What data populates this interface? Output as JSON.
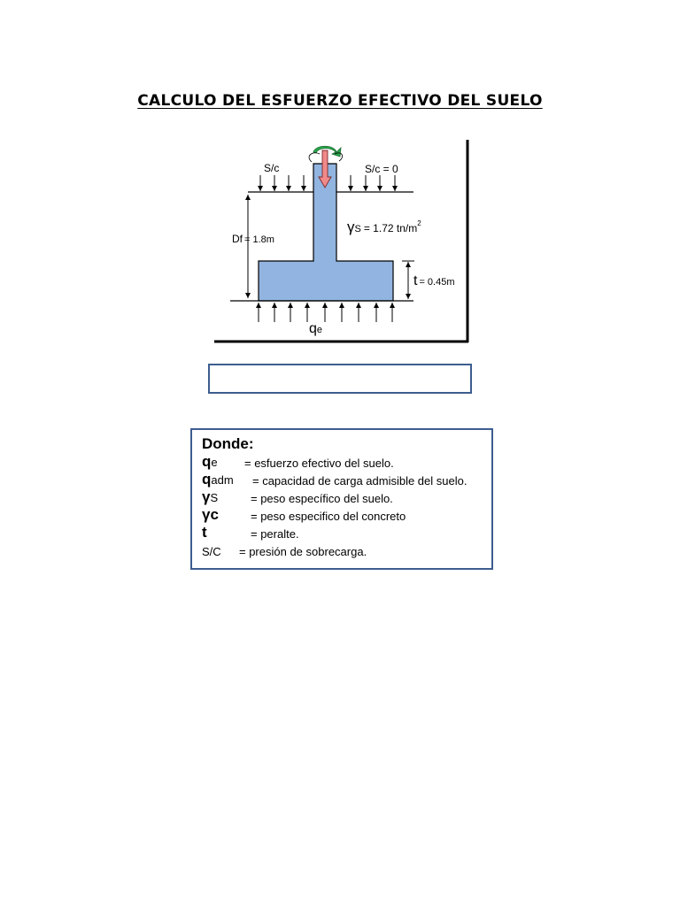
{
  "title": "CALCULO DEL ESFUERZO EFECTIVO DEL SUELO",
  "diagram": {
    "surcharge_left": "S/c",
    "surcharge_right": "S/c = 0",
    "df_symbol": "Df",
    "df_value": "= 1.8m",
    "gamma_symbol": "γ",
    "gamma_sub": "S",
    "gamma_value": "= 1.72 tn/m",
    "gamma_exp": "2",
    "t_symbol": "t",
    "t_value": "= 0.45m",
    "qe_symbol": "q",
    "qe_sub": "e",
    "colors": {
      "footing_fill": "#92b4e0",
      "arrow_fill": "#f08a8a",
      "rotation_arrow": "#2aa84a",
      "box_border": "#3d5d8f"
    }
  },
  "legend": {
    "heading": "Donde:",
    "items": [
      {
        "sym": "q",
        "sub": "e",
        "desc": "= esfuerzo efectivo del suelo."
      },
      {
        "sym": "q",
        "sub": "adm",
        "desc": "= capacidad de carga admisible del suelo."
      },
      {
        "sym": "γ",
        "sub": "S",
        "desc": "=  peso específico del suelo."
      },
      {
        "sym": "γc",
        "sub": "",
        "desc": "= peso especifico del concreto"
      },
      {
        "sym": "t",
        "sub": "",
        "desc": "= peralte."
      },
      {
        "sym": "",
        "sub": "",
        "plain": "S/C",
        "desc": "= presión de sobrecarga."
      }
    ]
  }
}
